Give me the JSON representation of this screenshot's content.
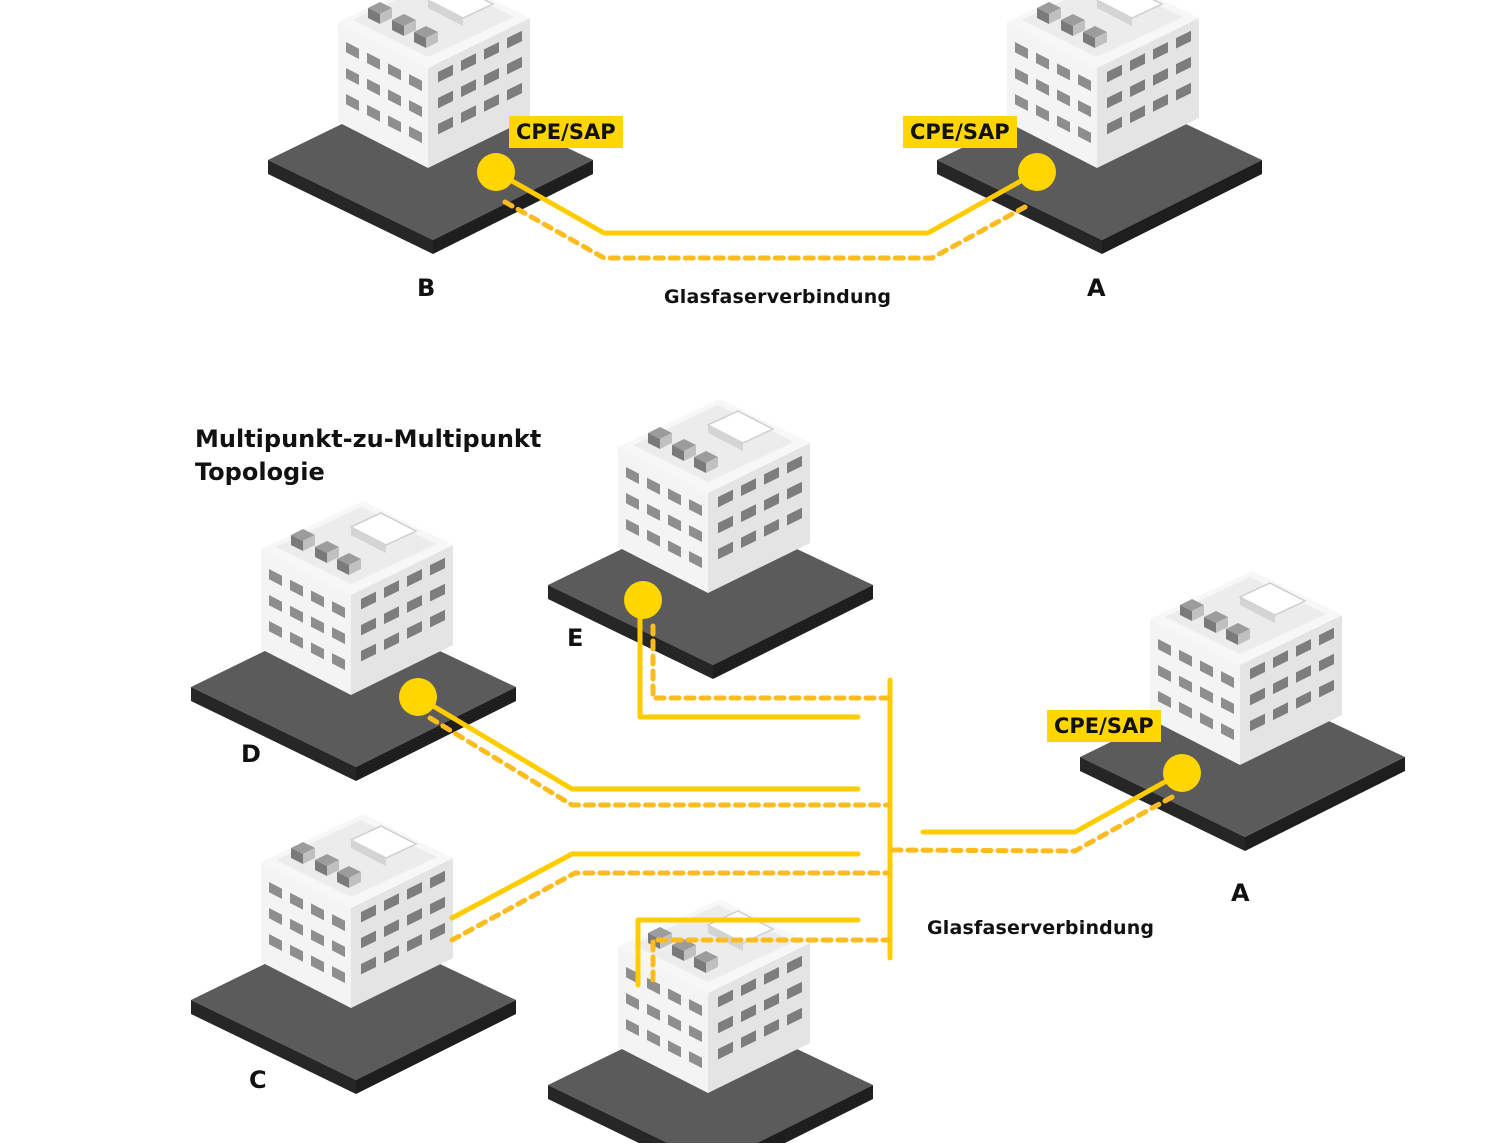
{
  "colors": {
    "fiber": "#FFCC00",
    "fiber_dashed": "#FBBC1F",
    "tag_bg": "#FFD600",
    "node": "#FFD600",
    "base_top": "#5a5a5a",
    "base_side": "#2a2a2a",
    "wall_light": "#f3f3f3",
    "wall_right": "#e6e6e6",
    "window": "#8a8a8a",
    "text": "#111111"
  },
  "top_diagram": {
    "sites": [
      {
        "id": "B",
        "label": "B",
        "cpe": "CPE/SAP"
      },
      {
        "id": "A",
        "label": "A",
        "cpe": "CPE/SAP"
      }
    ],
    "connection_label": "Glasfaserverbindung"
  },
  "bottom_diagram": {
    "title_line1": "Multipunkt-zu-Multipunkt",
    "title_line2": "Topologie",
    "sites": [
      {
        "id": "E",
        "label": "E"
      },
      {
        "id": "D",
        "label": "D"
      },
      {
        "id": "A",
        "label": "A",
        "cpe": "CPE/SAP"
      },
      {
        "id": "C",
        "label": "C"
      },
      {
        "id": "F",
        "label": ""
      }
    ],
    "connection_label": "Glasfaserverbindung"
  }
}
